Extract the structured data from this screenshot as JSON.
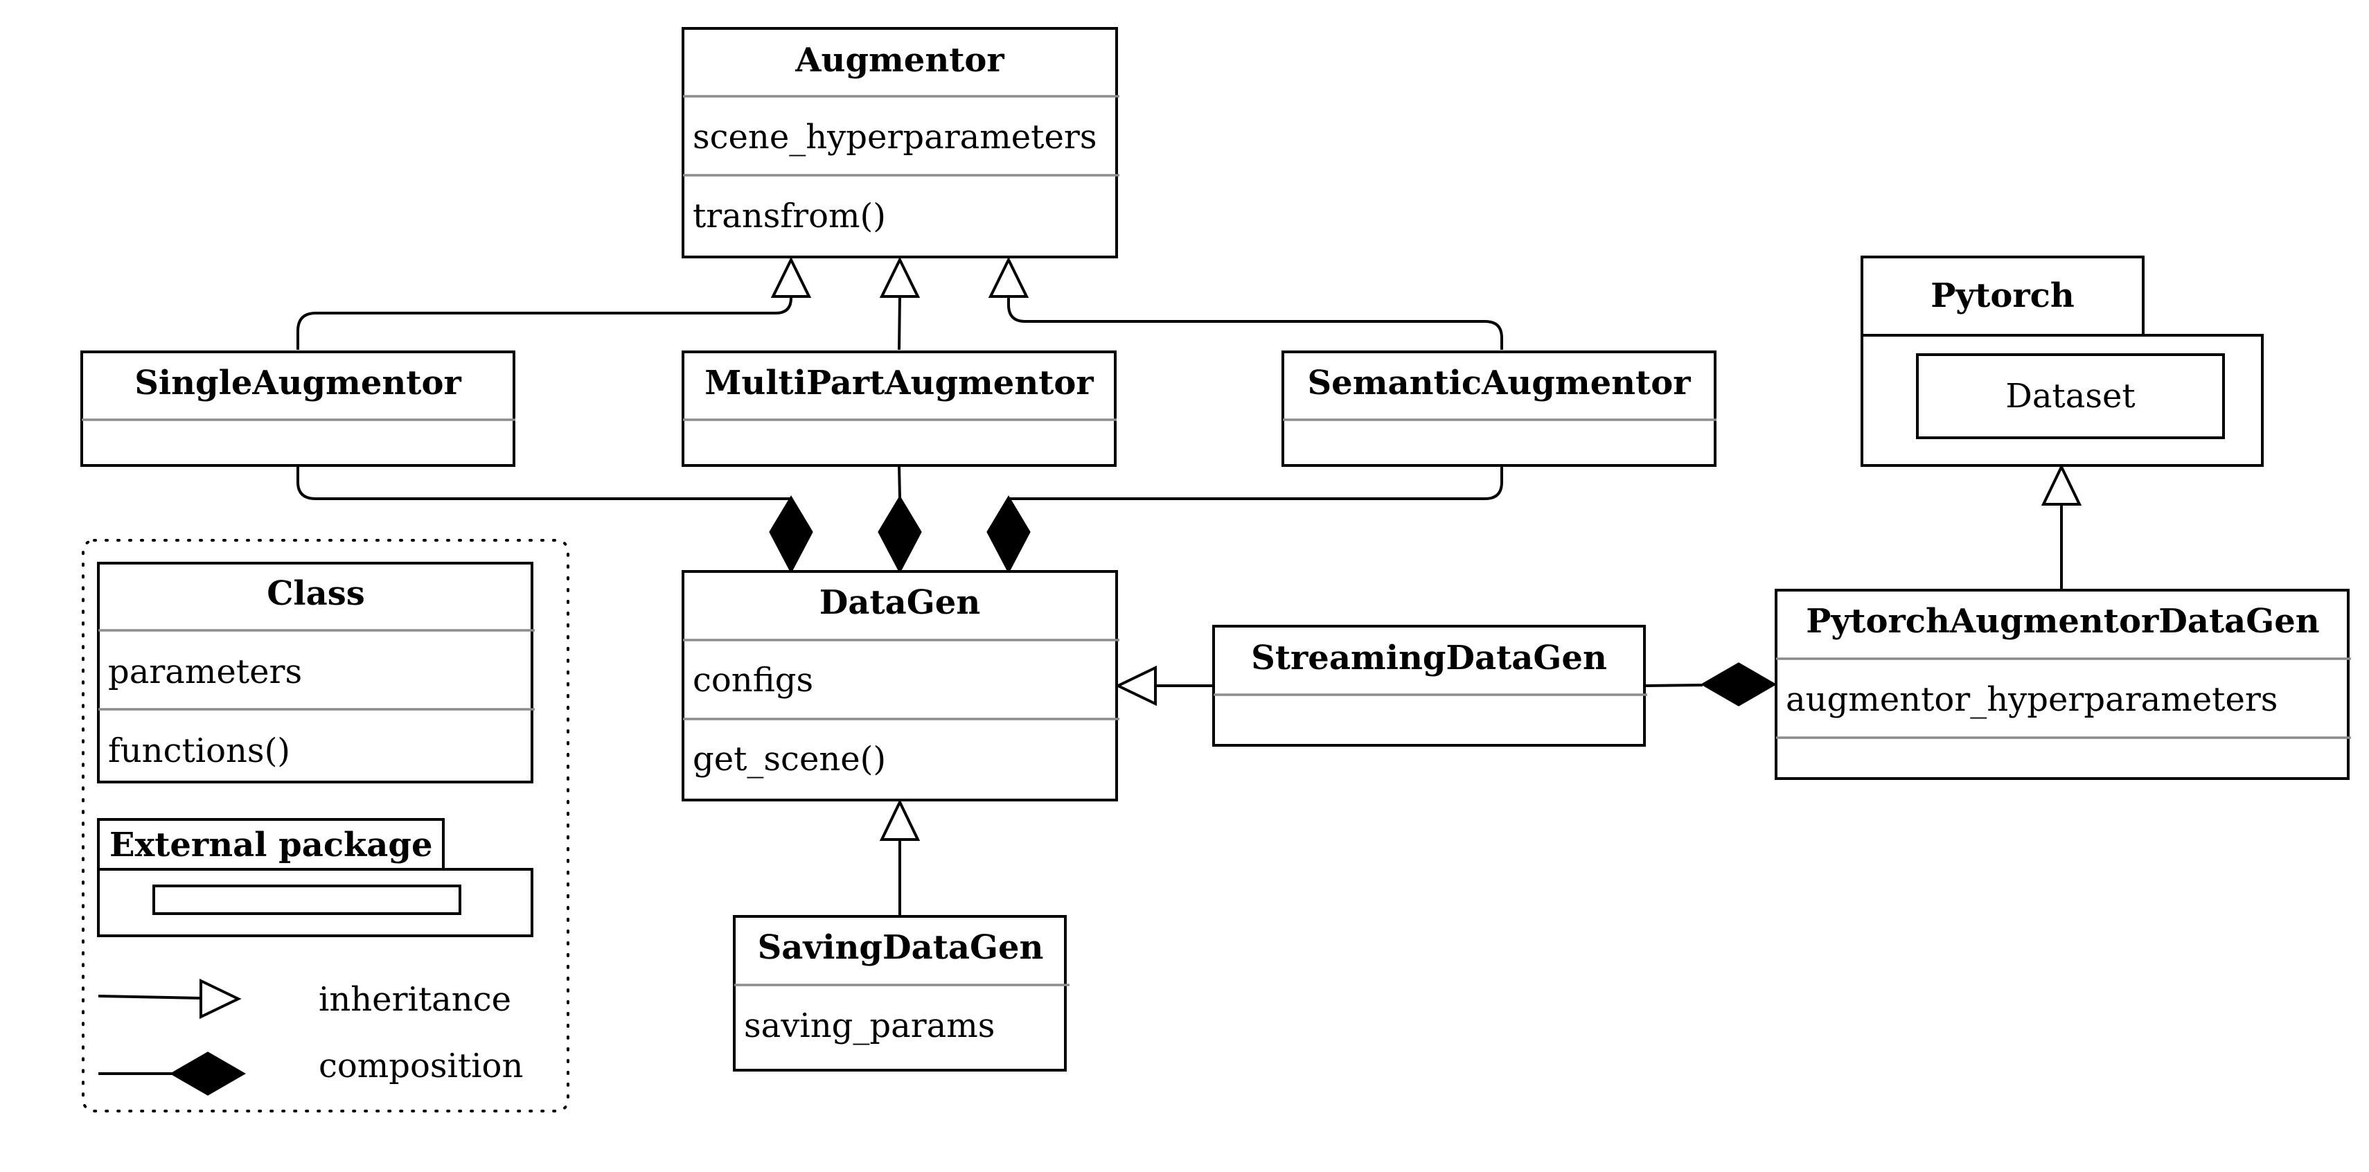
{
  "classes": {
    "augmentor": {
      "name": "Augmentor",
      "attribute": "scene_hyperparameters",
      "method": "transfrom()"
    },
    "single_augmentor": {
      "name": "SingleAugmentor"
    },
    "multipart_augmentor": {
      "name": "MultiPartAugmentor"
    },
    "semantic_augmentor": {
      "name": "SemanticAugmentor"
    },
    "datagen": {
      "name": "DataGen",
      "attribute": "configs",
      "method": "get_scene()"
    },
    "streaming_datagen": {
      "name": "StreamingDataGen"
    },
    "saving_datagen": {
      "name": "SavingDataGen",
      "attribute": "saving_params"
    },
    "pytorch_augmentor_datagen": {
      "name": "PytorchAugmentorDataGen",
      "attribute": "augmentor_hyperparameters"
    }
  },
  "package": {
    "name": "Pytorch",
    "inner": "Dataset"
  },
  "legend": {
    "class_name": "Class",
    "class_attribute": "parameters",
    "class_method": "functions()",
    "package_label": "External package",
    "inheritance_label": "inheritance",
    "composition_label": "composition"
  }
}
